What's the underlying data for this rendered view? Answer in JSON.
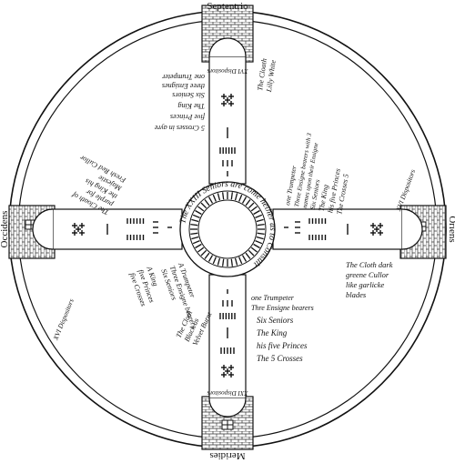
{
  "colors": {
    "ink": "#1a1a1a",
    "paper": "#ffffff",
    "hatch": "#555555"
  },
  "compass": {
    "north": "Septentrio",
    "east": "Oriens",
    "south": "Meridies",
    "west": "Occidens"
  },
  "center": {
    "ring_text": "The XXIII Seniors are come hether as to Consult"
  },
  "arms": {
    "north": {
      "dispositors": "XVI Dispositors",
      "cloth": [
        "The Cloath",
        "Lilly White"
      ],
      "lines": [
        "5 Crosses in ayre",
        "five Princes",
        "The King",
        "Six Seniors",
        "three Ensignes",
        "one Trumpeter"
      ]
    },
    "west": {
      "dispositors": "XVI Dispositors",
      "cloth": [
        "The Cloath of",
        "purple for",
        "the King his",
        "Majestie",
        "Fresh Red Cullor"
      ],
      "lines": [
        "A Trumpeter",
        "Three Ensigne bearers",
        "Six Seniors",
        "A King",
        "five Princes",
        "five Crosses"
      ]
    },
    "east": {
      "dispositors": "XVI Dispositors",
      "cloth": [
        "The Cloth dark",
        "greene Cullor",
        "like garlicke",
        "blades"
      ],
      "lines": [
        "one Trumpeter",
        "Three Ensigne bearers with 3",
        "names upon their Ensigne",
        "Six Seniors",
        "The King",
        "his five Princes",
        "The Crosses 5"
      ]
    },
    "south": {
      "dispositors": "XXI Dispositors",
      "cloth": [
        "The Cloth",
        "Black as",
        "Velvet Burnt"
      ],
      "lines": [
        "one Trumpeter",
        "Thre Ensigne bearers",
        "Six Seniors",
        "The King",
        "his five Princes",
        "The 5 Crosses"
      ]
    }
  }
}
